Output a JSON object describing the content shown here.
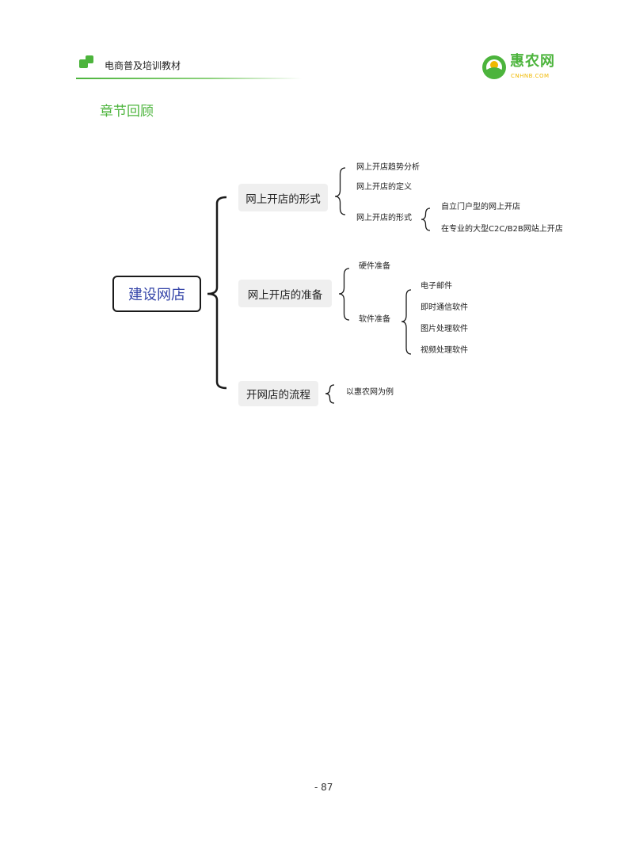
{
  "header": {
    "title": "电商普及培训教材",
    "logo_name": "惠农网",
    "logo_domain": "CNHNB.COM"
  },
  "section_title": "章节回顾",
  "mindmap": {
    "root": "建设网店",
    "branches": [
      {
        "label": "网上开店的形式",
        "children": [
          "网上开店趋势分析",
          "网上开店的定义",
          "网上开店的形式"
        ],
        "grandchildren": [
          "自立门户型的网上开店",
          "在专业的大型C2C/B2B网站上开店"
        ]
      },
      {
        "label": "网上开店的准备",
        "children": [
          "硬件准备",
          "软件准备"
        ],
        "grandchildren": [
          "电子邮件",
          "即时通信软件",
          "图片处理软件",
          "视频处理软件"
        ]
      },
      {
        "label": "开网店的流程",
        "children": [
          "以惠农网为例"
        ]
      }
    ]
  },
  "footer": {
    "page_number": "- 87"
  },
  "colors": {
    "brand_green": "#4cb43c",
    "root_text": "#3444a8",
    "logo_yellow": "#f0b800"
  }
}
